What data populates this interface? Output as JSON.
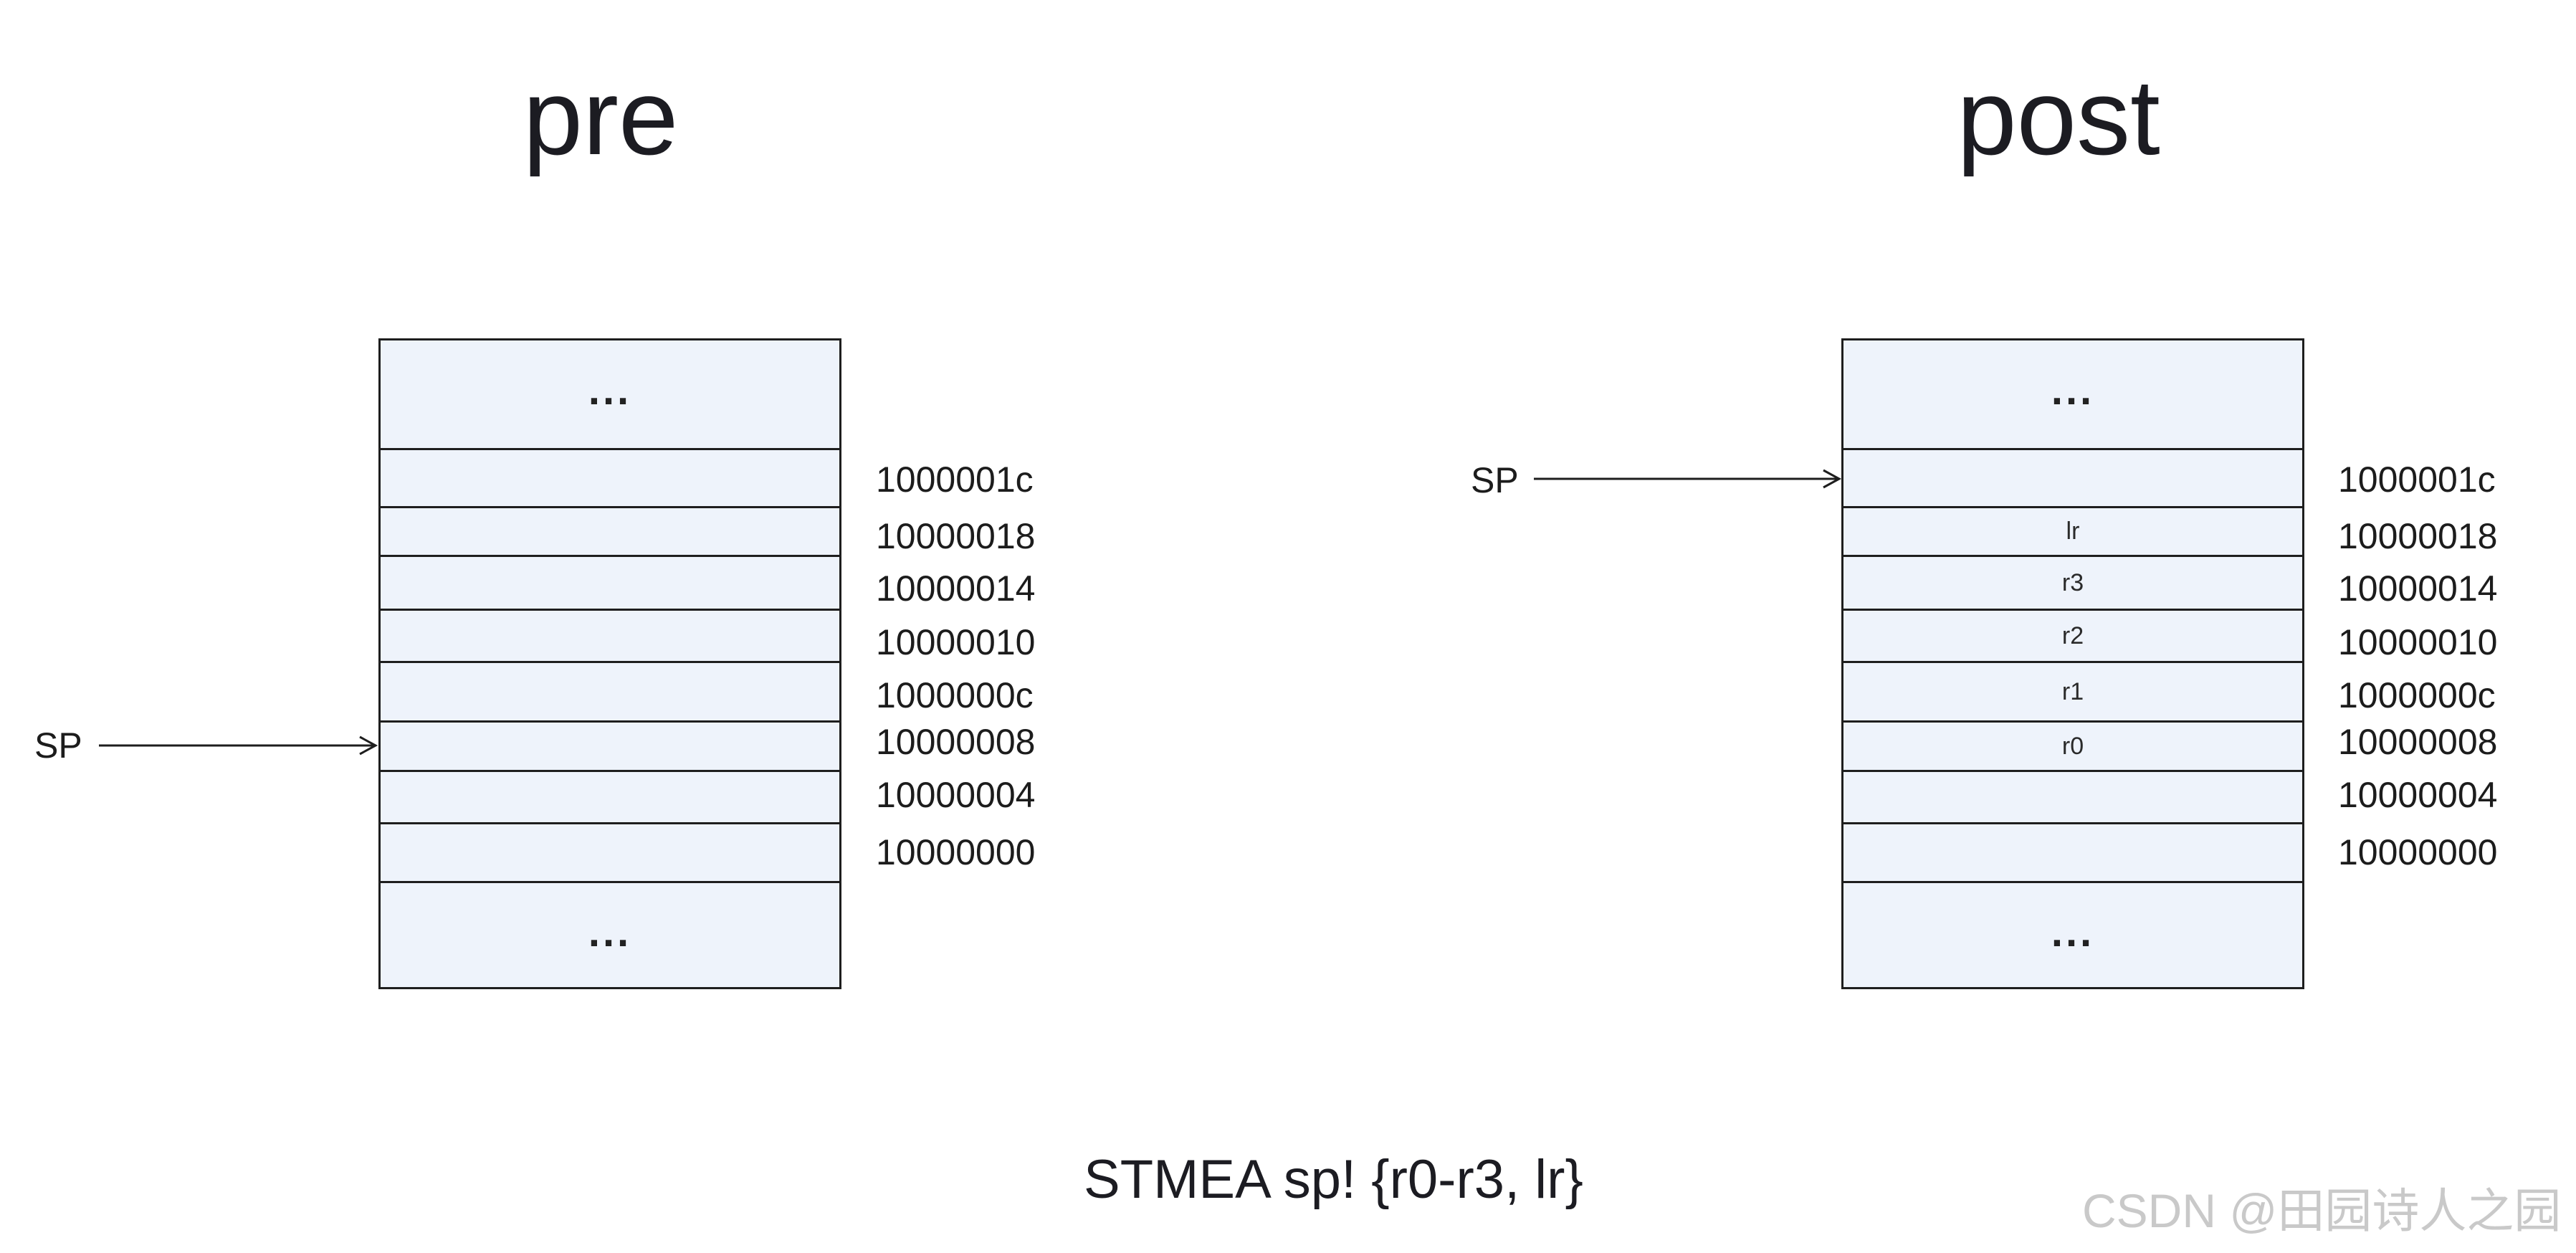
{
  "pre": {
    "title": "pre",
    "top_ellipsis": "...",
    "bottom_ellipsis": "...",
    "sp_label": "SP",
    "cells": [
      "",
      "",
      "",
      "",
      "",
      "",
      "",
      ""
    ],
    "addresses": [
      "1000001c",
      "10000018",
      "10000014",
      "10000010",
      "1000000c",
      "10000008",
      "10000004",
      "10000000"
    ]
  },
  "post": {
    "title": "post",
    "top_ellipsis": "...",
    "bottom_ellipsis": "...",
    "sp_label": "SP",
    "cells": [
      "",
      "lr",
      "r3",
      "r2",
      "r1",
      "r0",
      "",
      ""
    ],
    "addresses": [
      "1000001c",
      "10000018",
      "10000014",
      "10000010",
      "1000000c",
      "10000008",
      "10000004",
      "10000000"
    ]
  },
  "caption": "STMEA  sp!   {r0-r3, lr}",
  "watermark": "CSDN @田园诗人之园",
  "colors": {
    "cell_fill": "#eef3fb",
    "border": "#1e1e1e",
    "watermark": "#c9c9c9"
  }
}
